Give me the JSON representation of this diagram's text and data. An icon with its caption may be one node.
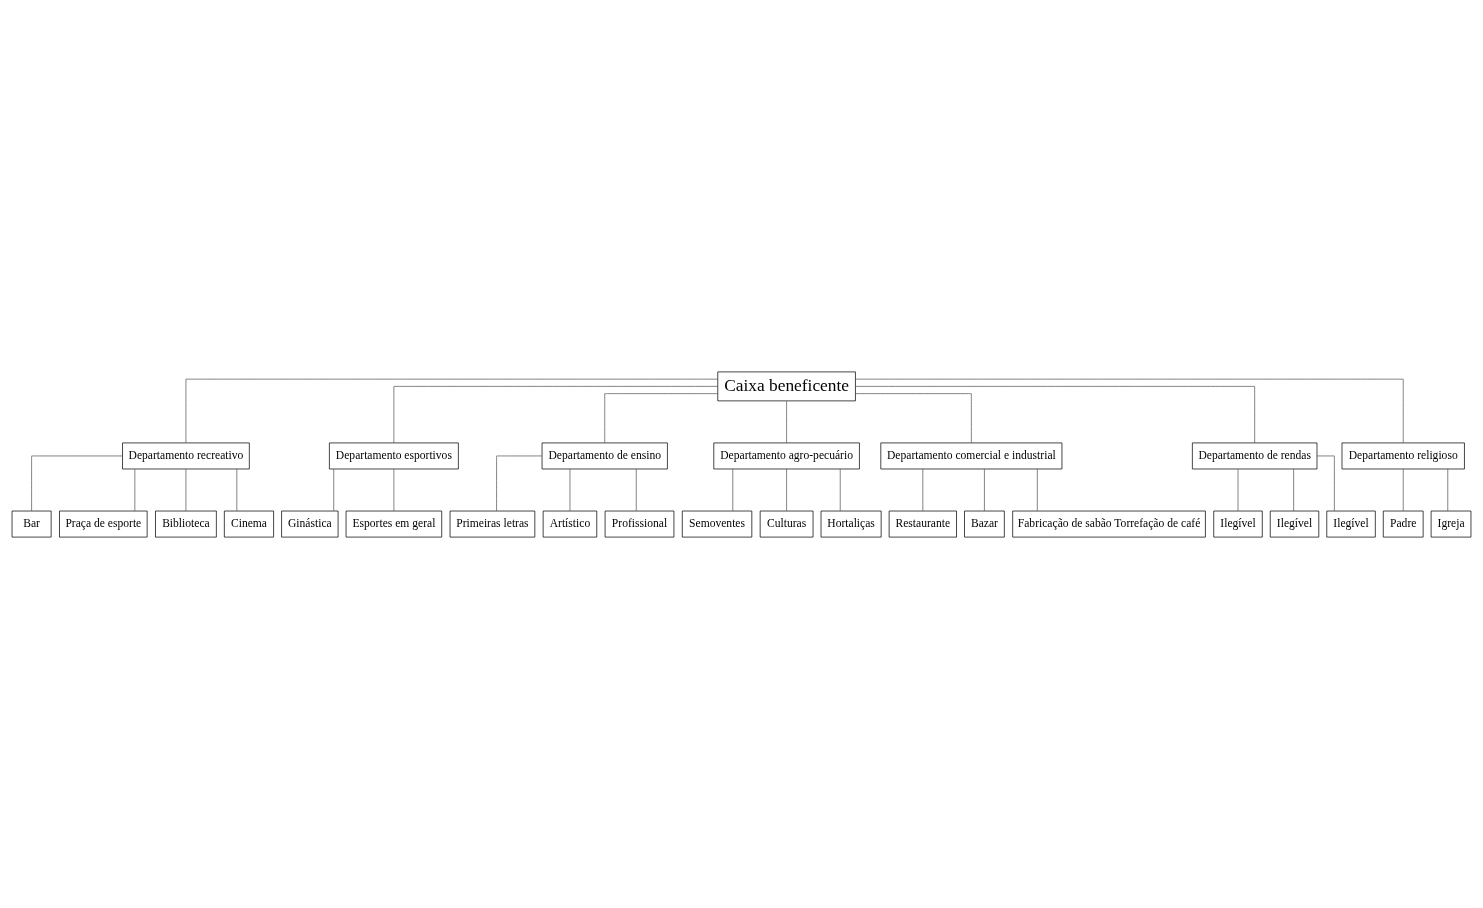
{
  "diagram": {
    "nodes": [
      {
        "text": [
          "Caixa beneficente"
        ]
      },
      {
        "text": [
          "Departamento recreativo"
        ]
      },
      {
        "text": [
          "Departamento esportivos"
        ]
      },
      {
        "text": [
          "Departamento de ensino"
        ]
      },
      {
        "text": [
          "Departamento agro-pecuário"
        ]
      },
      {
        "text": [
          "Departamento comercial e industrial"
        ]
      },
      {
        "text": [
          "Departamento de rendas"
        ]
      },
      {
        "text": [
          "Departamento religioso"
        ]
      },
      {
        "text": [
          "Bar"
        ]
      },
      {
        "text": [
          "Praça de esporte"
        ]
      },
      {
        "text": [
          "Biblioteca"
        ]
      },
      {
        "text": [
          "Cinema"
        ]
      },
      {
        "text": [
          "Ginástica"
        ]
      },
      {
        "text": [
          "Esportes em geral"
        ]
      },
      {
        "text": [
          "Primeiras letras"
        ]
      },
      {
        "text": [
          "Artístico"
        ]
      },
      {
        "text": [
          "Profissional"
        ]
      },
      {
        "text": [
          "Semoventes"
        ]
      },
      {
        "text": [
          "Culturas"
        ]
      },
      {
        "text": [
          "Hortaliças"
        ]
      },
      {
        "text": [
          "Restaurante"
        ]
      },
      {
        "text": [
          "Bazar"
        ]
      },
      {
        "text": [
          "Fabricação de sabão Torrefação de café"
        ]
      },
      {
        "text": [
          "Ilegível"
        ]
      },
      {
        "text": [
          "Ilegível"
        ]
      },
      {
        "text": [
          "Ilegível"
        ]
      },
      {
        "text": [
          "Padre"
        ]
      },
      {
        "text": [
          "Igreja"
        ]
      }
    ],
    "edges": [
      {
        "from": 0,
        "to": 1,
        "arrow": "none"
      },
      {
        "from": 0,
        "to": 2,
        "arrow": "none"
      },
      {
        "from": 0,
        "to": 3,
        "arrow": "none"
      },
      {
        "from": 0,
        "to": 4,
        "arrow": "none"
      },
      {
        "from": 0,
        "to": 5,
        "arrow": "none"
      },
      {
        "from": 0,
        "to": 6,
        "arrow": "none"
      },
      {
        "from": 0,
        "to": 7,
        "arrow": "none"
      },
      {
        "from": 1,
        "to": 8,
        "arrow": "none"
      },
      {
        "from": 1,
        "to": 9,
        "arrow": "none"
      },
      {
        "from": 1,
        "to": 10,
        "arrow": "none"
      },
      {
        "from": 1,
        "to": 11,
        "arrow": "none"
      },
      {
        "from": 2,
        "to": 12,
        "arrow": "none"
      },
      {
        "from": 2,
        "to": 13,
        "arrow": "none"
      },
      {
        "from": 3,
        "to": 14,
        "arrow": "none"
      },
      {
        "from": 3,
        "to": 15,
        "arrow": "none"
      },
      {
        "from": 3,
        "to": 16,
        "arrow": "none"
      },
      {
        "from": 4,
        "to": 17,
        "arrow": "none"
      },
      {
        "from": 4,
        "to": 18,
        "arrow": "none"
      },
      {
        "from": 4,
        "to": 19,
        "arrow": "none"
      },
      {
        "from": 5,
        "to": 20,
        "arrow": "none"
      },
      {
        "from": 5,
        "to": 21,
        "arrow": "none"
      },
      {
        "from": 5,
        "to": 22,
        "arrow": "none"
      },
      {
        "from": 6,
        "to": 23,
        "arrow": "none"
      },
      {
        "from": 6,
        "to": 24,
        "arrow": "none"
      },
      {
        "from": 6,
        "to": 25,
        "arrow": "none"
      },
      {
        "from": 7,
        "to": 26,
        "arrow": "none"
      },
      {
        "from": 7,
        "to": 27,
        "arrow": "none"
      }
    ]
  }
}
